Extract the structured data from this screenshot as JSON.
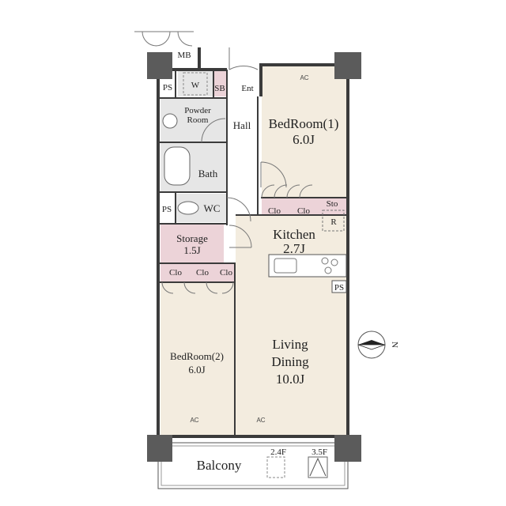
{
  "rooms": {
    "bedroom1": {
      "name": "BedRoom(1)",
      "size": "6.0J"
    },
    "bedroom2": {
      "name": "BedRoom(2)",
      "size": "6.0J"
    },
    "kitchen": {
      "name": "Kitchen",
      "size": "2.7J"
    },
    "living": {
      "line1": "Living",
      "line2": "Dining",
      "size": "10.0J"
    },
    "storage": {
      "name": "Storage",
      "size": "1.5J"
    },
    "balcony": {
      "name": "Balcony"
    },
    "hall": {
      "name": "Hall"
    },
    "bath": {
      "name": "Bath"
    },
    "wc": {
      "name": "WC"
    },
    "powder": {
      "line1": "Powder",
      "line2": "Room"
    }
  },
  "fixtures": {
    "mb": "MB",
    "ps_top": "PS",
    "ps_wc": "PS",
    "ps_kitchen": "PS",
    "w": "W",
    "sb": "SB",
    "ent": "Ent",
    "sto": "Sto",
    "r": "R",
    "clo": "Clo",
    "ac": "AC",
    "floor_24": "2.4F",
    "floor_35": "3.5F"
  },
  "compass": {
    "label": "N"
  },
  "colors": {
    "room": "#f3ecdf",
    "storage": "#ecd3d8",
    "wet": "#e6e6e6",
    "wall": "#3b3b3b",
    "pillar": "#5b5b5b"
  }
}
